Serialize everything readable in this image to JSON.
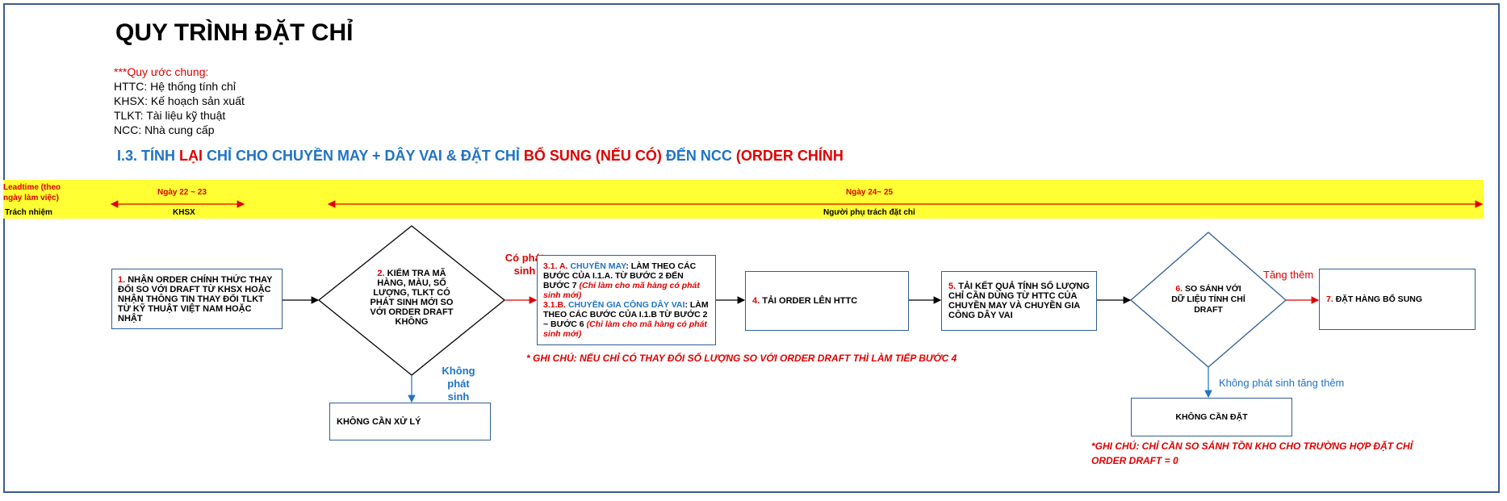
{
  "title": "QUY TRÌNH ĐẶT CHỈ",
  "legend": {
    "heading": "***Quy ước chung:",
    "items": [
      "HTTC: Hệ thống tính chỉ",
      "KHSX: Kế hoạch sản xuất",
      "TLKT: Tài liệu kỹ thuật",
      "NCC: Nhà cung cấp"
    ]
  },
  "section": {
    "p1": "I.3. TÍNH ",
    "p2": "LẠI",
    "p3": " CHỈ CHO CHUYỀN MAY + DÂY VAI & ĐẶT CHỈ ",
    "p4": "BỔ SUNG (NẾU CÓ)",
    "p5": " ĐẾN NCC ",
    "p6": "(ORDER CHÍNH"
  },
  "band": {
    "leadtime_label": "Leadtime (theo ngày làm việc)",
    "responsibility_label": "Trách nhiệm",
    "period1": "Ngày 22 ~ 23",
    "period2": "Ngày 24~ 25",
    "owner1": "KHSX",
    "owner2": "Người phụ trách đặt chỉ"
  },
  "steps": {
    "s1_num": "1. ",
    "s1_text": "NHẬN ORDER CHÍNH THỨC THAY ĐỔI SO VỚI DRAFT TỪ KHSX HOẶC NHẬN THÔNG TIN THAY ĐỔI TLKT TỪ KỸ THUẬT VIỆT NAM HOẶC NHẬT",
    "s2_num": "2. ",
    "s2_text": "KIỂM TRA MÃ HÀNG, MÀU, SỐ LƯỢNG, TLKT CÓ PHÁT SINH MỚI SO VỚI ORDER DRAFT KHÔNG",
    "s3a_num": "3.1. A. ",
    "s3a_title": "CHUYỀN MAY",
    "s3a_text": ": LÀM THEO CÁC BƯỚC CỦA I.1.A. TỪ BƯỚC 2 ĐẾN BƯỚC 7 ",
    "s3a_note": "(Chỉ làm cho mã hàng có phát sinh mới)",
    "s3b_num": "3.1.B. ",
    "s3b_title": "CHUYỀN GIA CÔNG DÂY VAI",
    "s3b_text": ": LÀM THEO CÁC BƯỚC CỦA I.1.B TỪ BƯỚC 2 ~ BƯỚC 6 ",
    "s3b_note": "(Chỉ làm cho mã hàng có phát sinh mới)",
    "s4_num": "4. ",
    "s4_text": "TẢI ORDER LÊN HTTC",
    "s5_num": "5. ",
    "s5_text": "TẢI KẾT QUẢ TÍNH SỐ LƯỢNG CHỈ CẦN DÙNG TỪ HTTC CỦA CHUYỀN MAY VÀ CHUYỀN GIA CÔNG DÂY VAI",
    "s6_num": "6. ",
    "s6_text": "SO SÁNH VỚI DỮ LIỆU TÍNH CHỈ DRAFT",
    "s7_num": "7. ",
    "s7_text": "ĐẶT HÀNG BỔ SUNG",
    "no_process": "KHÔNG CẦN XỬ LÝ",
    "no_order": "KHÔNG CẦN ĐẶT"
  },
  "labels": {
    "yes": "Có phát sinh",
    "no": "Không phát sinh",
    "increase": "Tăng thêm",
    "no_increase": "Không phát sinh tăng thêm"
  },
  "notes": {
    "note1": "* GHI CHÚ: NẾU CHỈ CÓ THAY ĐỔI SỐ LƯỢNG SO VỚI ORDER DRAFT THÌ LÀM TIẾP BƯỚC 4",
    "note2": "*GHI CHÚ: CHỈ CẦN SO SÁNH TỒN KHO CHO TRƯỜNG HỢP ĐẶT CHỈ ORDER DRAFT = 0"
  },
  "colors": {
    "accent_blue": "#1f73c6",
    "accent_red": "#e00000",
    "band_yellow": "#ffff33",
    "box_border": "#2f5f96"
  }
}
